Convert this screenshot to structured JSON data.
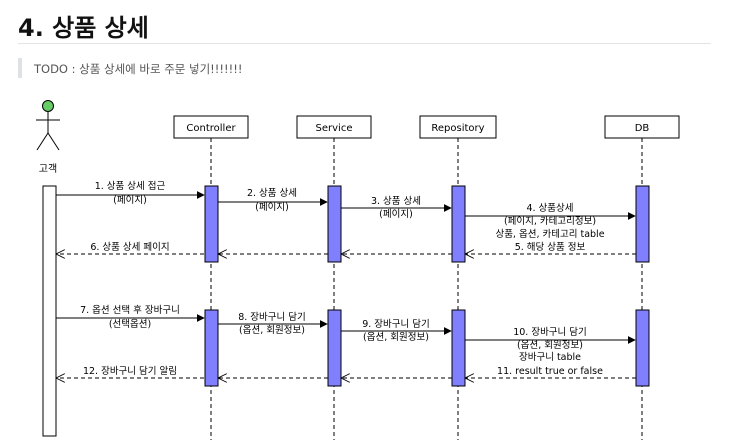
{
  "section": {
    "title": "4. 상품 상세",
    "todo": "TODO : 상품 상세에 바로 주문 넣기!!!!!!!"
  },
  "diagram": {
    "actor": "고객",
    "participants": {
      "controller": "Controller",
      "service": "Service",
      "repository": "Repository",
      "db": "DB"
    },
    "messages": {
      "m1": [
        "1. 상품 상세 접근",
        "(페이지)"
      ],
      "m2": [
        "2. 상품 상세",
        "(페이지)"
      ],
      "m3": [
        "3. 상품 상세",
        "(페이지)"
      ],
      "m4": [
        "4. 상품상세",
        "(페이지, 카테고리정보)",
        "상품, 옵션, 카테고리 table"
      ],
      "m5": [
        "5. 해당 상품 정보"
      ],
      "m6": [
        "6. 상품 상세 페이지"
      ],
      "m7": [
        "7. 옵션 선택 후 장바구니",
        "(선택옵션)"
      ],
      "m8": [
        "8. 장바구니 담기",
        "(옵션, 회원정보)"
      ],
      "m9": [
        "9. 장바구니 담기",
        "(옵션, 회원정보)"
      ],
      "m10": [
        "10. 장바구니 담기",
        "(옵션, 회원정보)",
        "장바구니 table"
      ],
      "m11": [
        "11. result true or false"
      ],
      "m12": [
        "12. 장바구니 담기 알림"
      ]
    },
    "colors": {
      "activation": "#8080ff",
      "actor_head": "#66cc66",
      "line": "#000000"
    }
  }
}
